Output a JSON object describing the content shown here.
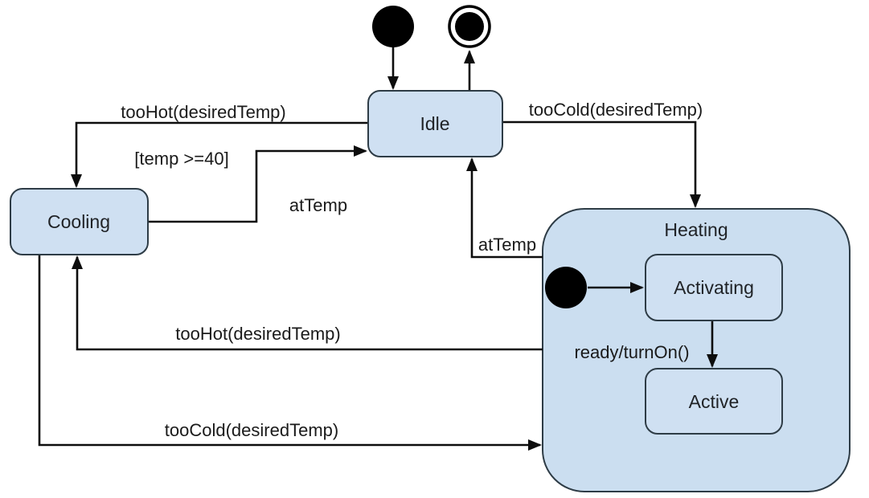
{
  "states": {
    "idle": {
      "label": "Idle"
    },
    "cooling": {
      "label": "Cooling"
    },
    "heating": {
      "label": "Heating"
    },
    "activating": {
      "label": "Activating"
    },
    "active": {
      "label": "Active"
    }
  },
  "transitions": {
    "idle_to_cooling": {
      "label": "tooHot(desiredTemp)"
    },
    "cooling_to_idle_guard": {
      "label": "[temp >=40]"
    },
    "cooling_to_idle_event": {
      "label": "atTemp"
    },
    "idle_to_heating": {
      "label": "tooCold(desiredTemp)"
    },
    "heating_to_idle": {
      "label": "atTemp"
    },
    "heating_to_cooling": {
      "label": "tooHot(desiredTemp)"
    },
    "cooling_to_heating": {
      "label": "tooCold(desiredTemp)"
    },
    "activating_to_active": {
      "label": "ready/turnOn()"
    }
  },
  "colors": {
    "state_fill": "#cfe0f2",
    "composite_fill": "#cbdef0",
    "state_border": "#2e3c46",
    "line": "#0d0d0d",
    "text": "#1a1a1a",
    "background": "#ffffff"
  }
}
